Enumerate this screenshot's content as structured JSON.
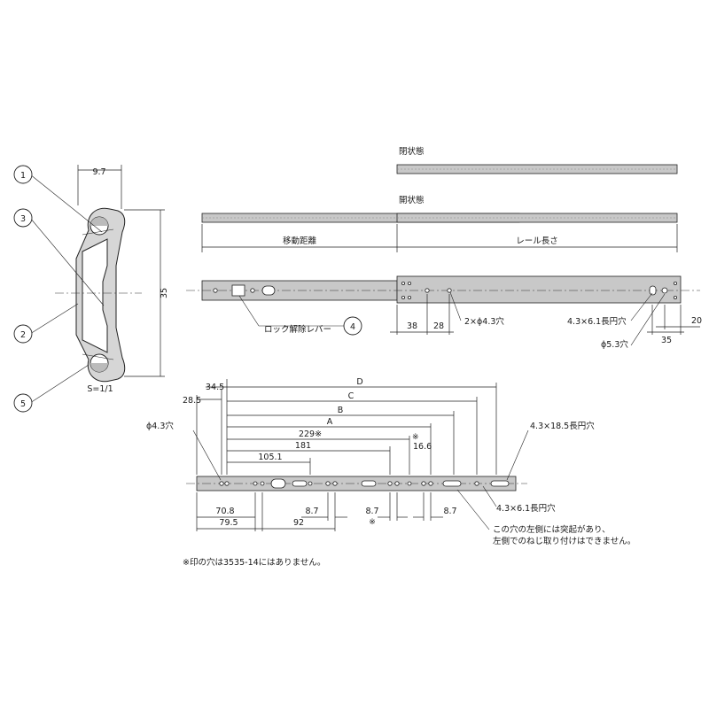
{
  "section": {
    "callouts": [
      "1",
      "3",
      "2",
      "5"
    ],
    "width_dim": "9.7",
    "height_dim": "35",
    "scale": "S=1/1"
  },
  "states": {
    "closed": "閉状態",
    "open": "開状態",
    "travel": "移動距離",
    "rail_length": "レール長さ"
  },
  "side_view": {
    "lock_label": "ロック解除レバー",
    "lock_callout": "4",
    "dim_38": "38",
    "dim_28": "28",
    "hole_2x": "2×ϕ4.3穴",
    "slot_61_top": "4.3×6.1長円穴",
    "hole_53": "ϕ5.3穴",
    "dim_20": "20",
    "dim_35": "35"
  },
  "bottom_view": {
    "dims_top": [
      "34.5",
      "28.5",
      "D",
      "C",
      "B",
      "A",
      "229※",
      "181",
      "105.1",
      "※",
      "16.6"
    ],
    "hole_43": "ϕ4.3穴",
    "slot_185": "4.3×18.5長円穴",
    "slot_61": "4.3×6.1長円穴",
    "dims_bottom": [
      "70.8",
      "8.7",
      "79.5",
      "92",
      "8.7",
      "※",
      "8.7"
    ],
    "note_line1": "この穴の左側には突起があり、",
    "note_line2": "左側でのねじ取り付けはできません。"
  },
  "footnote": "※印の穴は3535-14にはありません。"
}
